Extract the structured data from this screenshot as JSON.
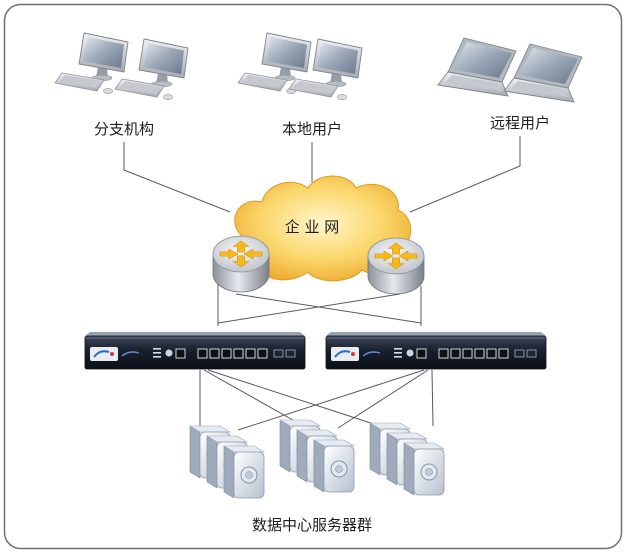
{
  "user_groups": [
    {
      "label": "分支机构",
      "icon": "desktop-computer-icon"
    },
    {
      "label": "本地用户",
      "icon": "desktop-computer-icon"
    },
    {
      "label": "远程用户",
      "icon": "laptop-icon"
    }
  ],
  "network": {
    "label": "企 业 网",
    "icon": "cloud-icon"
  },
  "routers": {
    "icon": "router-icon"
  },
  "switches": {
    "icon": "network-appliance-icon"
  },
  "data_center": {
    "label": "数据中心服务器群",
    "icon": "server-icon"
  },
  "colors": {
    "cloud": "#f8cd55",
    "router_arrows": "#f6b81a",
    "appliance": "#1b2230",
    "connection_line": "#5a5a5a",
    "frame_border": "#707070"
  }
}
